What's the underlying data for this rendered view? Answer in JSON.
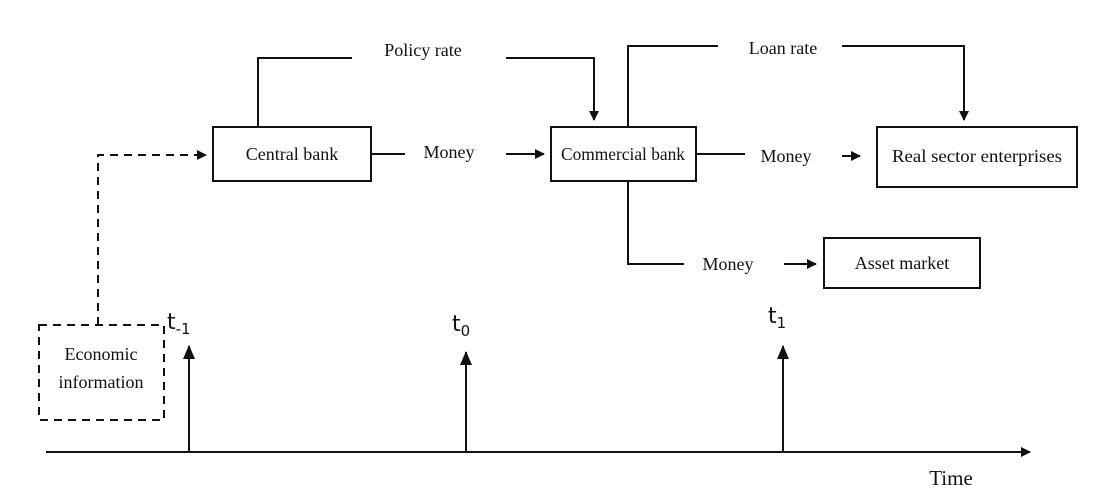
{
  "colors": {
    "stroke": "#111111",
    "background": "#ffffff"
  },
  "nodes": {
    "central_bank": "Central bank",
    "commercial_bank": "Commercial bank",
    "real_sector": "Real sector enterprises",
    "asset_market": "Asset market",
    "economic_information_line1": "Economic",
    "economic_information_line2": "information"
  },
  "flows": {
    "policy_rate": "Policy rate",
    "loan_rate": "Loan rate",
    "money_central_to_commercial": "Money",
    "money_commercial_to_real": "Money",
    "money_commercial_to_asset": "Money"
  },
  "timeline": {
    "t_minus_1_base": "t",
    "t_minus_1_sub": "-1",
    "t0_base": "t",
    "t0_sub": "0",
    "t1_base": "t",
    "t1_sub": "1",
    "axis_label": "Time"
  }
}
